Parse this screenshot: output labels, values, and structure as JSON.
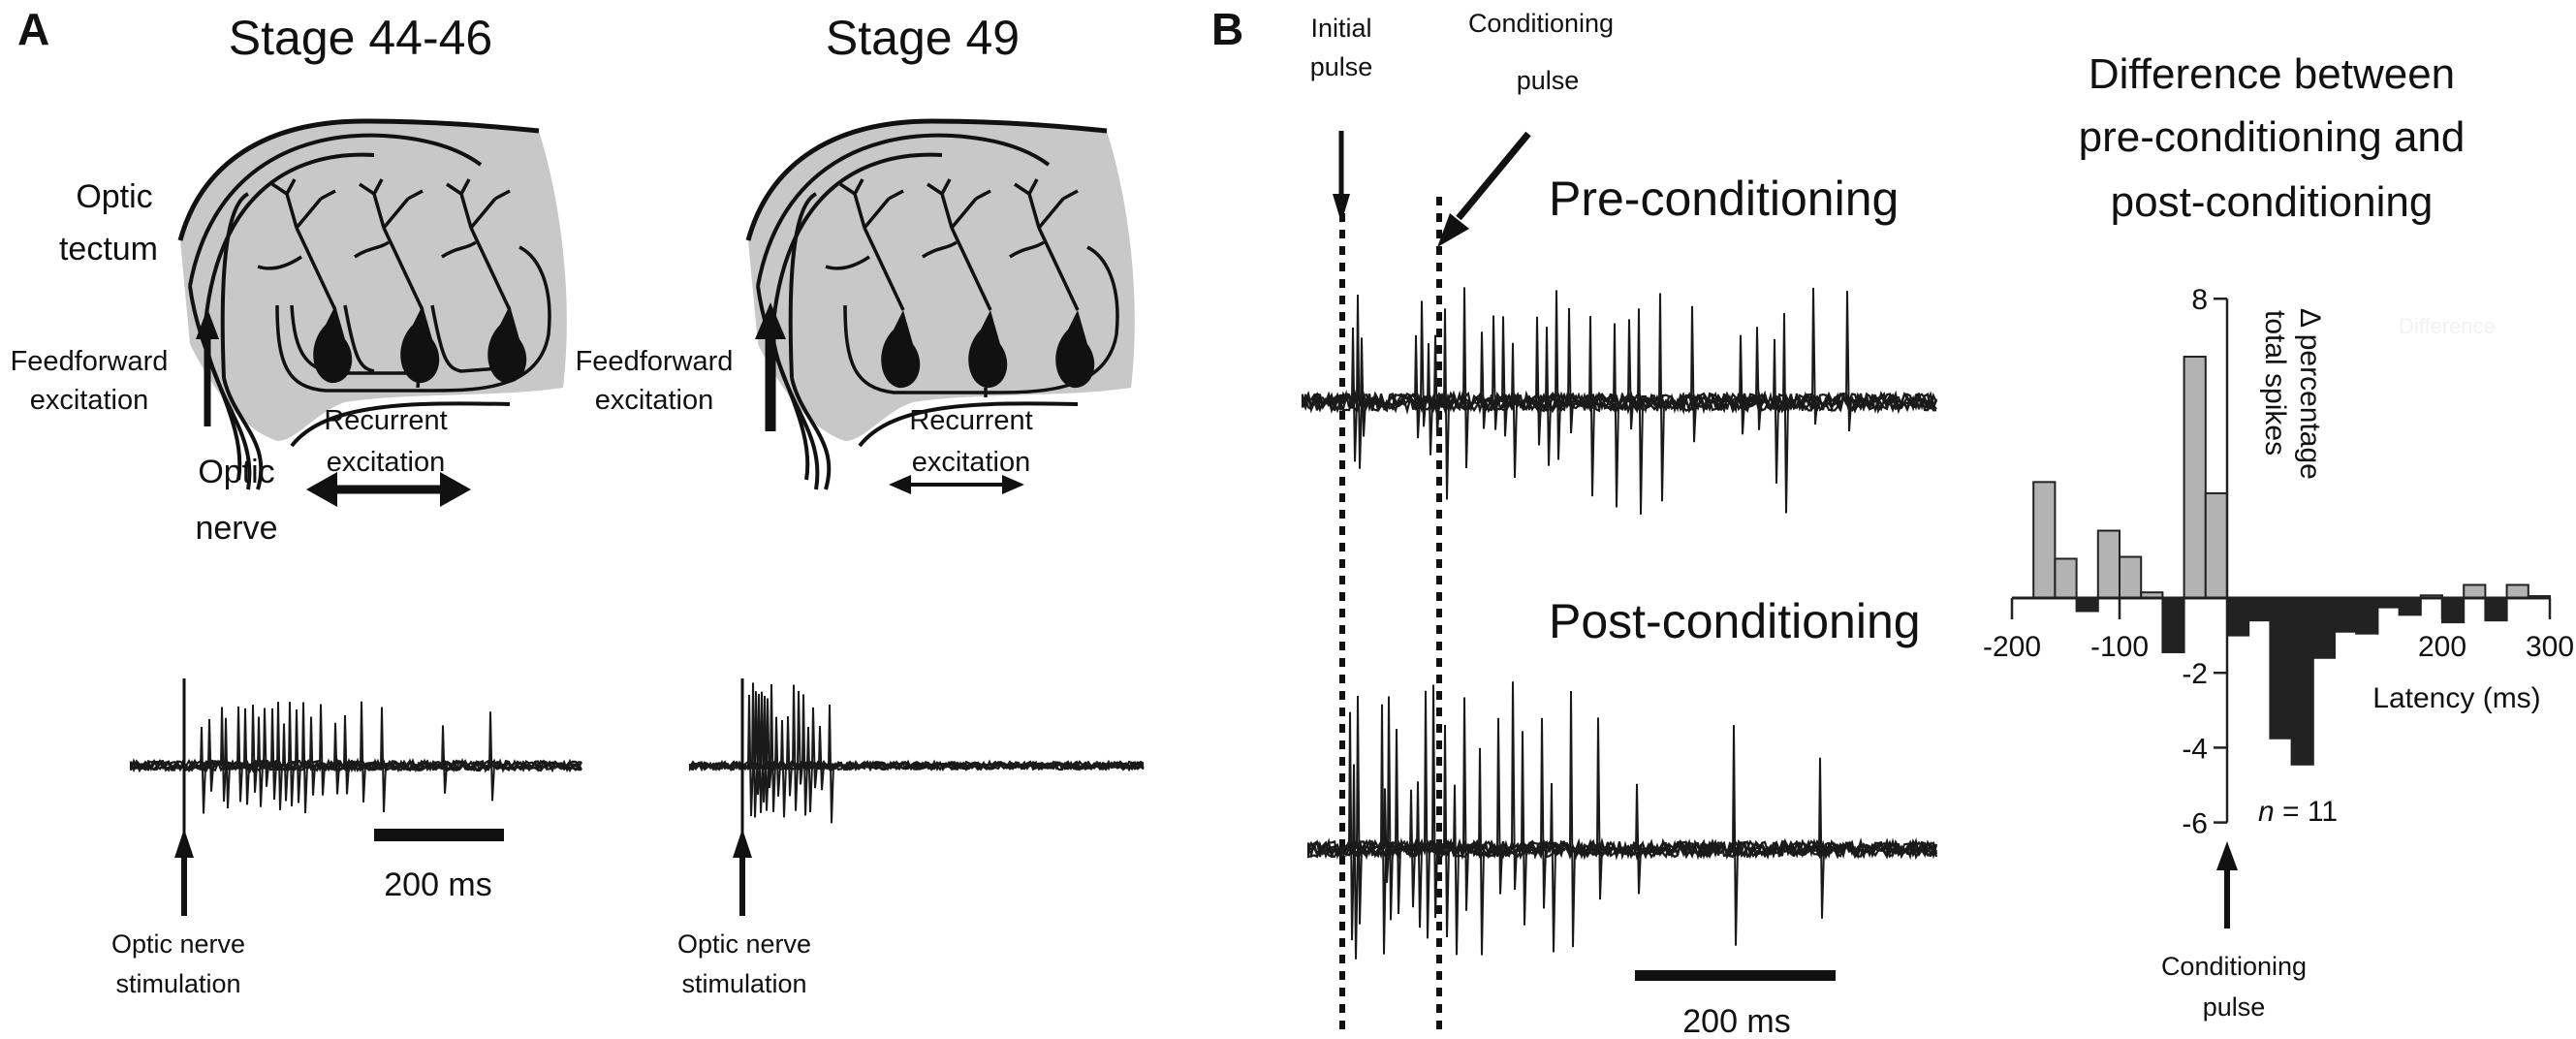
{
  "panel_a": {
    "letter": "A",
    "stage_left_title": "Stage 44-46",
    "stage_right_title": "Stage 49",
    "optic_tectum_line1": "Optic",
    "optic_tectum_line2": "tectum",
    "optic_nerve_line1": "Optic",
    "optic_nerve_line2": "nerve",
    "feedforward_line1": "Feedforward",
    "feedforward_line2": "excitation",
    "recurrent_line1": "Recurrent",
    "recurrent_line2": "excitation",
    "stim_line1": "Optic nerve",
    "stim_line2": "stimulation",
    "scale_bar_label": "200 ms",
    "colors": {
      "tectum_fill": "#c8c8c8",
      "ink": "#111111"
    }
  },
  "panel_b": {
    "letter": "B",
    "initial_pulse_line1": "Initial",
    "initial_pulse_line2": "pulse",
    "conditioning_pulse_line1": "Conditioning",
    "conditioning_pulse_line2": "pulse",
    "pre_label": "Pre-conditioning",
    "post_label": "Post-conditioning",
    "scale_bar_label": "200 ms"
  },
  "chart_data": {
    "type": "bar",
    "title": "Difference between pre-conditioning and post-conditioning",
    "title_lines": [
      "Difference between",
      "pre-conditioning and",
      "post-conditioning"
    ],
    "xlabel": "Latency (ms)",
    "ylabel_lines": [
      "Δ percentage",
      "total spikes"
    ],
    "xlim": [
      -200,
      300
    ],
    "ylim": [
      -6,
      8
    ],
    "xticks": [
      -200,
      -100,
      200,
      300
    ],
    "xtick_labels": [
      "-200",
      "-100",
      "200",
      "300"
    ],
    "yticks": [
      8,
      -2,
      -4,
      -6
    ],
    "ytick_labels": [
      "8",
      "-2",
      "-4",
      "-6"
    ],
    "bin_width_ms": 20,
    "bin_starts": [
      -200,
      -180,
      -160,
      -140,
      -120,
      -100,
      -80,
      -60,
      -40,
      -20,
      0,
      20,
      40,
      60,
      80,
      100,
      120,
      140,
      160,
      180,
      200,
      220,
      240,
      260,
      280
    ],
    "values": [
      0,
      3.1,
      1.05,
      -0.35,
      1.8,
      1.1,
      0.15,
      -1.45,
      6.45,
      2.8,
      -1.0,
      -0.6,
      -3.75,
      -4.45,
      -1.6,
      -0.9,
      -0.95,
      -0.25,
      -0.45,
      0.07,
      -0.65,
      0.35,
      -0.6,
      0.35,
      0.05
    ],
    "positive_color": "#b3b3b3",
    "negative_color": "#222222",
    "annotation": "n = 11",
    "annotation_italic_part": "n",
    "annotation_rest": " = 11",
    "arrow_label_lines": [
      "Conditioning",
      "pulse"
    ],
    "ghost_label": "Difference",
    "grid": false,
    "legend": "none"
  }
}
